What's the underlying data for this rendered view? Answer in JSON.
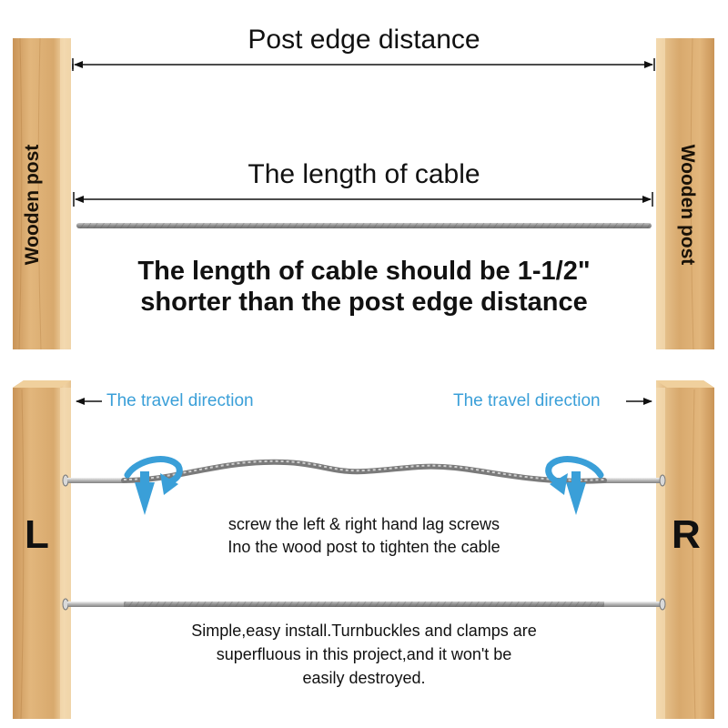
{
  "top": {
    "post_label_left": "Wooden post",
    "post_label_right": "Wooden post",
    "post_edge_title": "Post edge distance",
    "cable_length_title": "The length of cable",
    "note_line1": "The length of cable should be 1-1/2\"",
    "note_line2": "shorter than the post edge distance"
  },
  "bottom": {
    "left_letter": "L",
    "right_letter": "R",
    "travel_left": "The travel direction",
    "travel_right": "The travel direction",
    "instruction_line1": "screw the left & right hand lag screws",
    "instruction_line2": "Ino the wood post to tighten the cable",
    "benefit_line1": "Simple,easy install.Turnbuckles and clamps are",
    "benefit_line2": "superfluous in this project,and it won't be",
    "benefit_line3": "easily destroyed."
  },
  "colors": {
    "wood_light": "#e6bf86",
    "wood_mid": "#d4a26a",
    "wood_dark": "#b07d45",
    "arrow_blue": "#3a9fd8",
    "cable": "#9a9a9a"
  }
}
